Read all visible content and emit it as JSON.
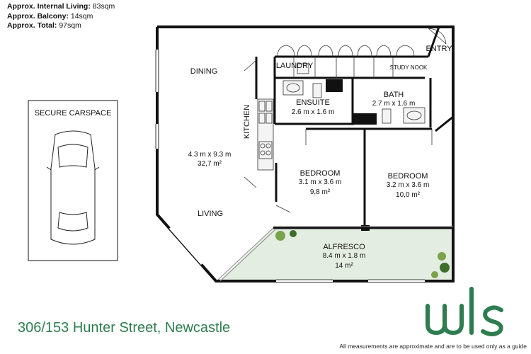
{
  "stats": {
    "internal_label": "Approx. Internal Living:",
    "internal_value": "83sqm",
    "balcony_label": "Approx. Balcony:",
    "balcony_value": "14sqm",
    "total_label": "Approx. Total:",
    "total_value": "97sqm"
  },
  "rooms": {
    "entry": "ENTRY",
    "laundry": "LAUNDRY",
    "study_nook": "STUDY NOOK",
    "dining": "DINING",
    "kitchen": "KITCHEN",
    "ensuite_name": "ENSUITE",
    "ensuite_dims": "2.6 m x 1.6 m",
    "bath_name": "BATH",
    "bath_dims": "2.7 m x 1.6 m",
    "living_dims": "4.3 m x 9.3 m",
    "living_area": "32,7 m²",
    "living": "LIVING",
    "bed1_name": "BEDROOM",
    "bed1_dims": "3.1 m x 3.6 m",
    "bed1_area": "9,8 m²",
    "bed2_name": "BEDROOM",
    "bed2_dims": "3.2 m x 3.6 m",
    "bed2_area": "10,0 m²",
    "alfresco_name": "ALFRESCO",
    "alfresco_dims": "8.4 m x 1.8 m",
    "alfresco_area": "14 m²",
    "carspace": "SECURE CARSPACE"
  },
  "footer": {
    "address": "306/153 Hunter Street, Newcastle",
    "disclaimer": "All measurements are approximate and are to be used only as a guide"
  },
  "colors": {
    "brand": "#2e7d4f",
    "alfresco_fill": "#e4ede1",
    "wall": "#111111"
  }
}
